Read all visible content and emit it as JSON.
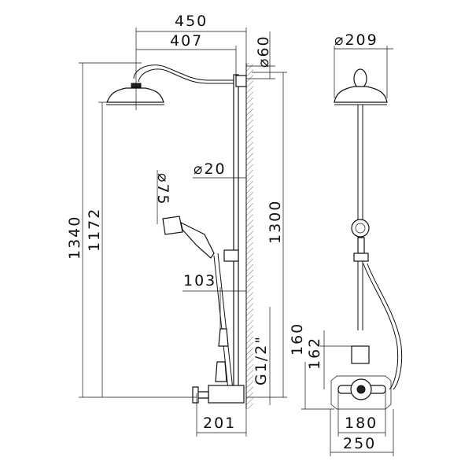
{
  "dimensions": {
    "width_overall": "450",
    "arm_length": "407",
    "flange_diameter": "⌀60",
    "head_diameter": "⌀209",
    "rail_diameter": "⌀20",
    "handshower_diameter": "⌀75",
    "total_height": "1340",
    "head_height": "1172",
    "rail_height": "1300",
    "handshower_offset": "103",
    "valve_upper": "160",
    "valve_lower": "162",
    "connection_thread": "G1/2\"",
    "valve_projection": "201",
    "inlet_centers": "180",
    "plate_width": "250"
  },
  "colors": {
    "line": "#111111",
    "background": "#ffffff"
  }
}
